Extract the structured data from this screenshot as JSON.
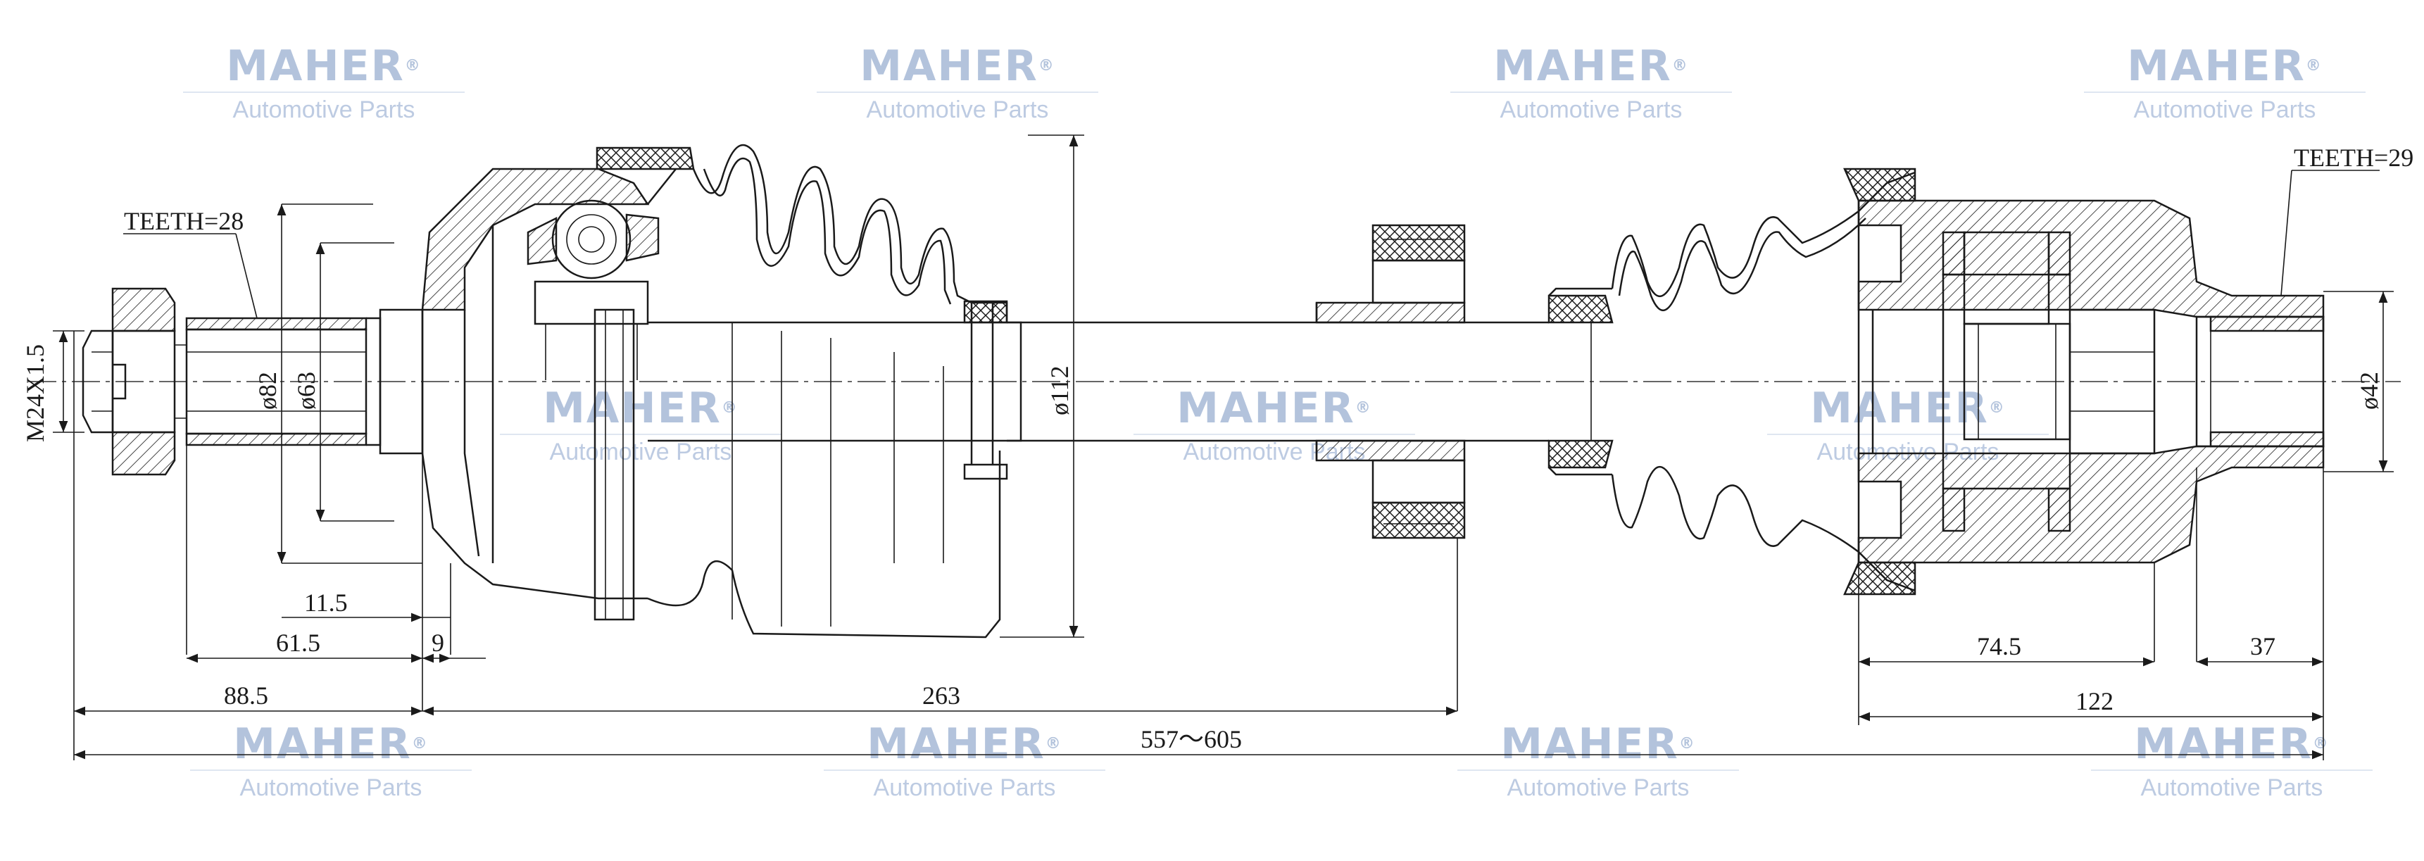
{
  "watermark": {
    "brand": "MAHER",
    "registered": "®",
    "subtitle": "Automotive Parts"
  },
  "dimensions": {
    "teeth_left": "TEETH=28",
    "teeth_right": "TEETH=29",
    "thread": "M24X1.5",
    "dia_82": "ø82",
    "dia_63": "ø63",
    "dia_112": "ø112",
    "dia_42": "ø42",
    "len_11_5": "11.5",
    "len_61_5": "61.5",
    "len_9": "9",
    "len_88_5": "88.5",
    "len_263": "263",
    "len_total": "557～605",
    "len_74_5": "74.5",
    "len_37": "37",
    "len_122": "122"
  }
}
